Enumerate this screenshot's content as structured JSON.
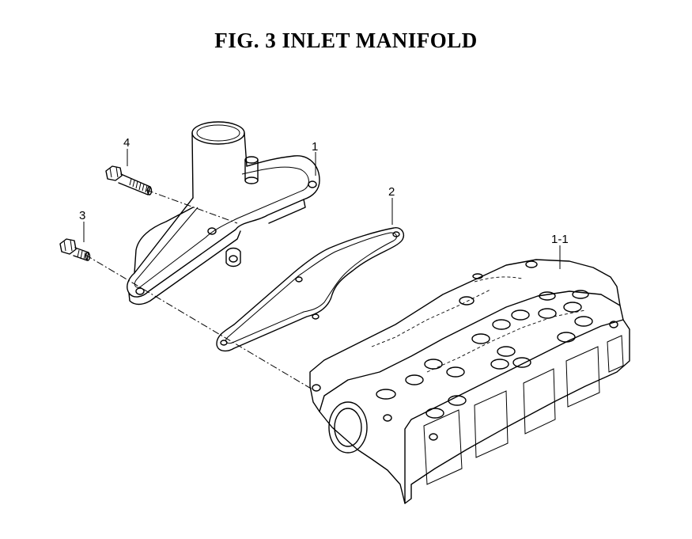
{
  "figure": {
    "title": "FIG.  3  INLET MANIFOLD"
  },
  "callouts": [
    {
      "id": "4",
      "part": "bolt-long"
    },
    {
      "id": "1",
      "part": "inlet-manifold"
    },
    {
      "id": "2",
      "part": "gasket"
    },
    {
      "id": "3",
      "part": "bolt-short"
    },
    {
      "id": "1-1",
      "part": "cylinder-head"
    }
  ],
  "colors": {
    "line": "#000000",
    "background": "#ffffff"
  }
}
